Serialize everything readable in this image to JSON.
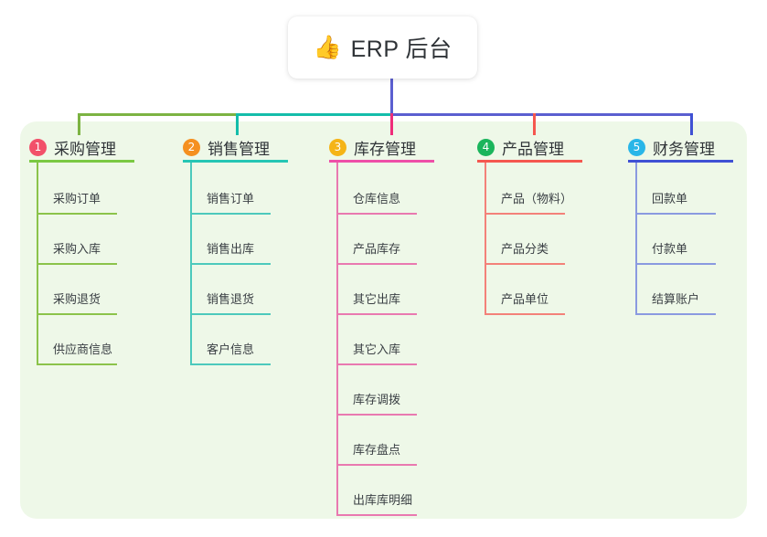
{
  "root": {
    "icon": "thumbs-up-icon",
    "emoji": "👍",
    "title": "ERP 后台"
  },
  "palette": {
    "panel_bg": "#eef8e8",
    "page_bg": "#ffffff",
    "text": "#2f3337",
    "leaf_text": "#3a3f44",
    "trunk_green": "#7cb342",
    "trunk_teal": "#14bdaa",
    "trunk_blue": "#5b5fd0",
    "stem": "#5b5fd0"
  },
  "columns": [
    {
      "index": "1",
      "title": "采购管理",
      "badge_color": "#f2506a",
      "rule_color": "#7ac943",
      "line_color": "#8bc34a",
      "drop_color": "#7cb342",
      "items": [
        {
          "label": "采购订单"
        },
        {
          "label": "采购入库"
        },
        {
          "label": "采购退货"
        },
        {
          "label": "供应商信息"
        }
      ]
    },
    {
      "index": "2",
      "title": "销售管理",
      "badge_color": "#f59020",
      "rule_color": "#25c6b4",
      "line_color": "#4cc9bc",
      "drop_color": "#14bdaa",
      "items": [
        {
          "label": "销售订单"
        },
        {
          "label": "销售出库"
        },
        {
          "label": "销售退货"
        },
        {
          "label": "客户信息"
        }
      ]
    },
    {
      "index": "3",
      "title": "库存管理",
      "badge_color": "#f5b417",
      "rule_color": "#ee4fa8",
      "line_color": "#e979b0",
      "drop_color": "#ef2d7a",
      "items": [
        {
          "label": "仓库信息"
        },
        {
          "label": "产品库存"
        },
        {
          "label": "其它出库"
        },
        {
          "label": "其它入库"
        },
        {
          "label": "库存调拨"
        },
        {
          "label": "库存盘点"
        },
        {
          "label": "出库库明细"
        }
      ]
    },
    {
      "index": "4",
      "title": "产品管理",
      "badge_color": "#1bb55c",
      "rule_color": "#f5574f",
      "line_color": "#f38179",
      "drop_color": "#f5574f",
      "items": [
        {
          "label": "产品（物料）"
        },
        {
          "label": "产品分类"
        },
        {
          "label": "产品单位"
        }
      ]
    },
    {
      "index": "5",
      "title": "财务管理",
      "badge_color": "#29b6e8",
      "rule_color": "#3f51d4",
      "line_color": "#8a9ae0",
      "drop_color": "#3f51d4",
      "items": [
        {
          "label": "回款单"
        },
        {
          "label": "付款单"
        },
        {
          "label": "结算账户"
        }
      ]
    }
  ]
}
